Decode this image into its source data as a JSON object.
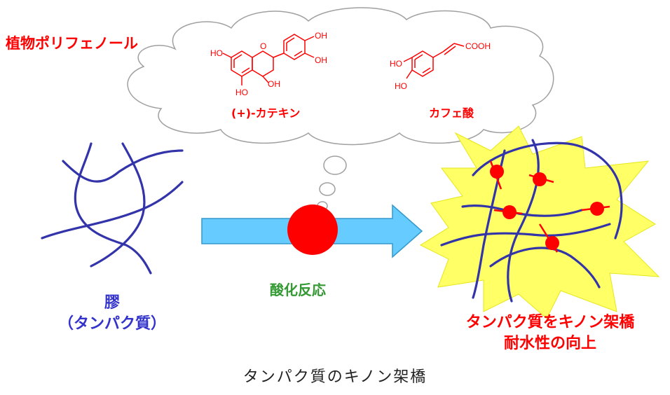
{
  "title": "植物ポリフェノール",
  "compounds": [
    {
      "name": "(+)-カテキン",
      "groups": [
        "HO",
        "O",
        "OH",
        "OH",
        "OH",
        "HO"
      ]
    },
    {
      "name": "カフェ酸",
      "groups": [
        "HO",
        "HO",
        "COOH"
      ]
    }
  ],
  "reaction_label": "酸化反応",
  "left_label": [
    "膠",
    "（タンパク質）"
  ],
  "right_label": [
    "タンパク質をキノン架橋",
    "耐水性の向上"
  ],
  "caption": "タンパク質のキノン架橋",
  "colors": {
    "red": "#ff0000",
    "protein_blue": "#3333aa",
    "arrow": "#66ccff",
    "burst": "#ffff66",
    "green": "#339933"
  }
}
